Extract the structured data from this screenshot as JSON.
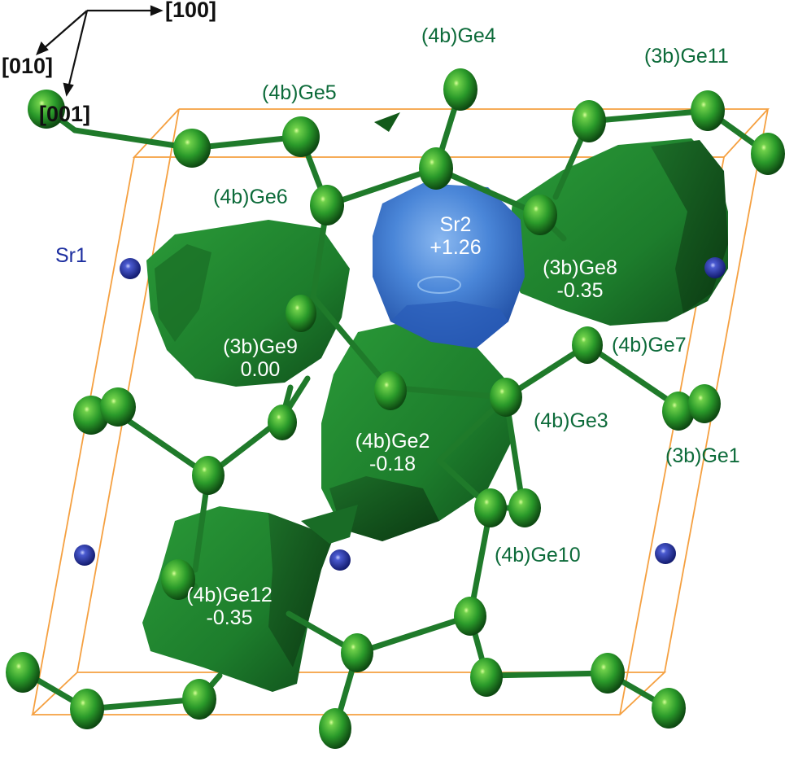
{
  "figure": {
    "type": "crystal-structure-charge-isosurface",
    "colors": {
      "ge_atom": "#2e9a2e",
      "ge_bond": "#1f7a2a",
      "ge_basin": "#1e7f2c",
      "sr_basin": "#3f7fd6",
      "sr_atom": "#1e2d9a",
      "unit_cell": "#f5a040",
      "label_green": "#0d6b3a",
      "label_white": "#ffffff",
      "label_blue": "#1d2fa0"
    },
    "axes": {
      "a": "[100]",
      "b": "[010]",
      "c": "[001]"
    },
    "labels": {
      "ge4": "(4b)Ge4",
      "ge5": "(4b)Ge5",
      "ge11": "(3b)Ge11",
      "ge6": "(4b)Ge6",
      "sr1": "Sr1",
      "sr2": "Sr2",
      "sr2_charge": "+1.26",
      "ge8": "(3b)Ge8",
      "ge8_charge": "-0.35",
      "ge9": "(3b)Ge9",
      "ge9_charge": "0.00",
      "ge7": "(4b)Ge7",
      "ge2": "(4b)Ge2",
      "ge2_charge": "-0.18",
      "ge3": "(4b)Ge3",
      "ge1": "(3b)Ge1",
      "ge10": "(4b)Ge10",
      "ge12": "(4b)Ge12",
      "ge12_charge": "-0.35"
    }
  }
}
